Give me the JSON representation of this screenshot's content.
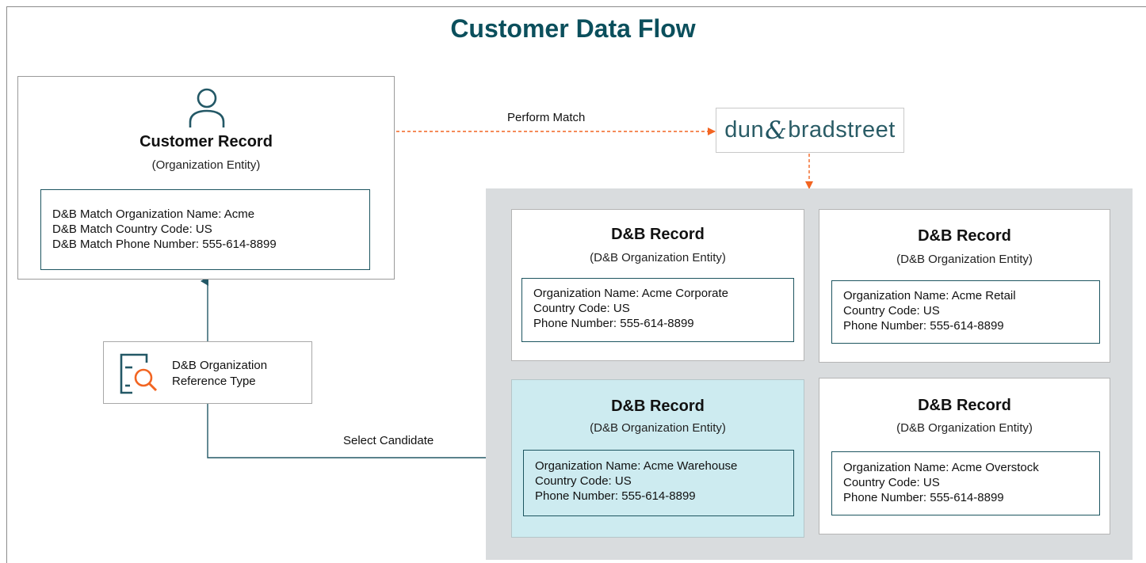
{
  "title": "Customer Data Flow",
  "customer_record": {
    "icon": "person-icon",
    "title": "Customer Record",
    "subtitle": "(Organization Entity)",
    "fields": [
      "D&B Match Organization Name: Acme",
      "D&B Match Country Code: US",
      "D&B Match Phone Number: 555-614-8899"
    ]
  },
  "perform_match_label": "Perform Match",
  "select_candidate_label": "Select Candidate",
  "provider_logo": {
    "left": "dun",
    "amp": "&",
    "right": "bradstreet"
  },
  "reference_type": {
    "icon": "document-search-icon",
    "line1": "D&B Organization",
    "line2": "Reference Type"
  },
  "dnb_records": [
    {
      "title": "D&B Record",
      "subtitle": "(D&B Organization Entity)",
      "fields": [
        "Organization Name: Acme Corporate",
        "Country Code: US",
        "Phone Number: 555-614-8899"
      ],
      "selected": false
    },
    {
      "title": "D&B Record",
      "subtitle": "(D&B Organization Entity)",
      "fields": [
        "Organization Name: Acme Retail",
        "Country Code: US",
        "Phone Number: 555-614-8899"
      ],
      "selected": false
    },
    {
      "title": "D&B Record",
      "subtitle": "(D&B Organization Entity)",
      "fields": [
        "Organization Name: Acme Warehouse",
        "Country Code: US",
        "Phone Number: 555-614-8899"
      ],
      "selected": true
    },
    {
      "title": "D&B Record",
      "subtitle": "(D&B Organization Entity)",
      "fields": [
        "Organization Name: Acme Overstock",
        "Country Code: US",
        "Phone Number: 555-614-8899"
      ],
      "selected": false
    }
  ],
  "colors": {
    "title": "#0b4f5c",
    "connector": "#235866",
    "match_arrow": "#f26522",
    "selected_record": "#cdebf0",
    "panel": "#d9dcde"
  }
}
